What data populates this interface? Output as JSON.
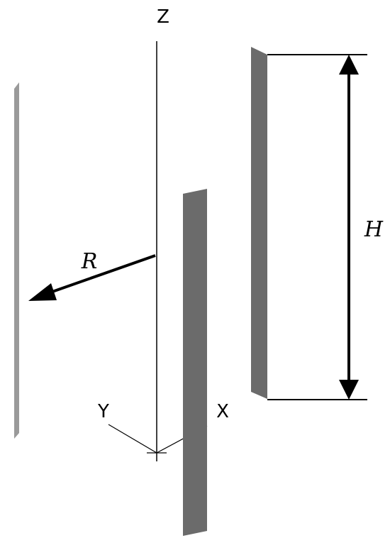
{
  "axes": {
    "z_label": "Z",
    "y_label": "Y",
    "x_label": "X"
  },
  "dimensions": {
    "radius_label": "R",
    "height_label": "H"
  },
  "colors": {
    "blade_fill": "#6b6b6b",
    "far_blade_fill": "#9a9a9a",
    "line": "#000000"
  }
}
